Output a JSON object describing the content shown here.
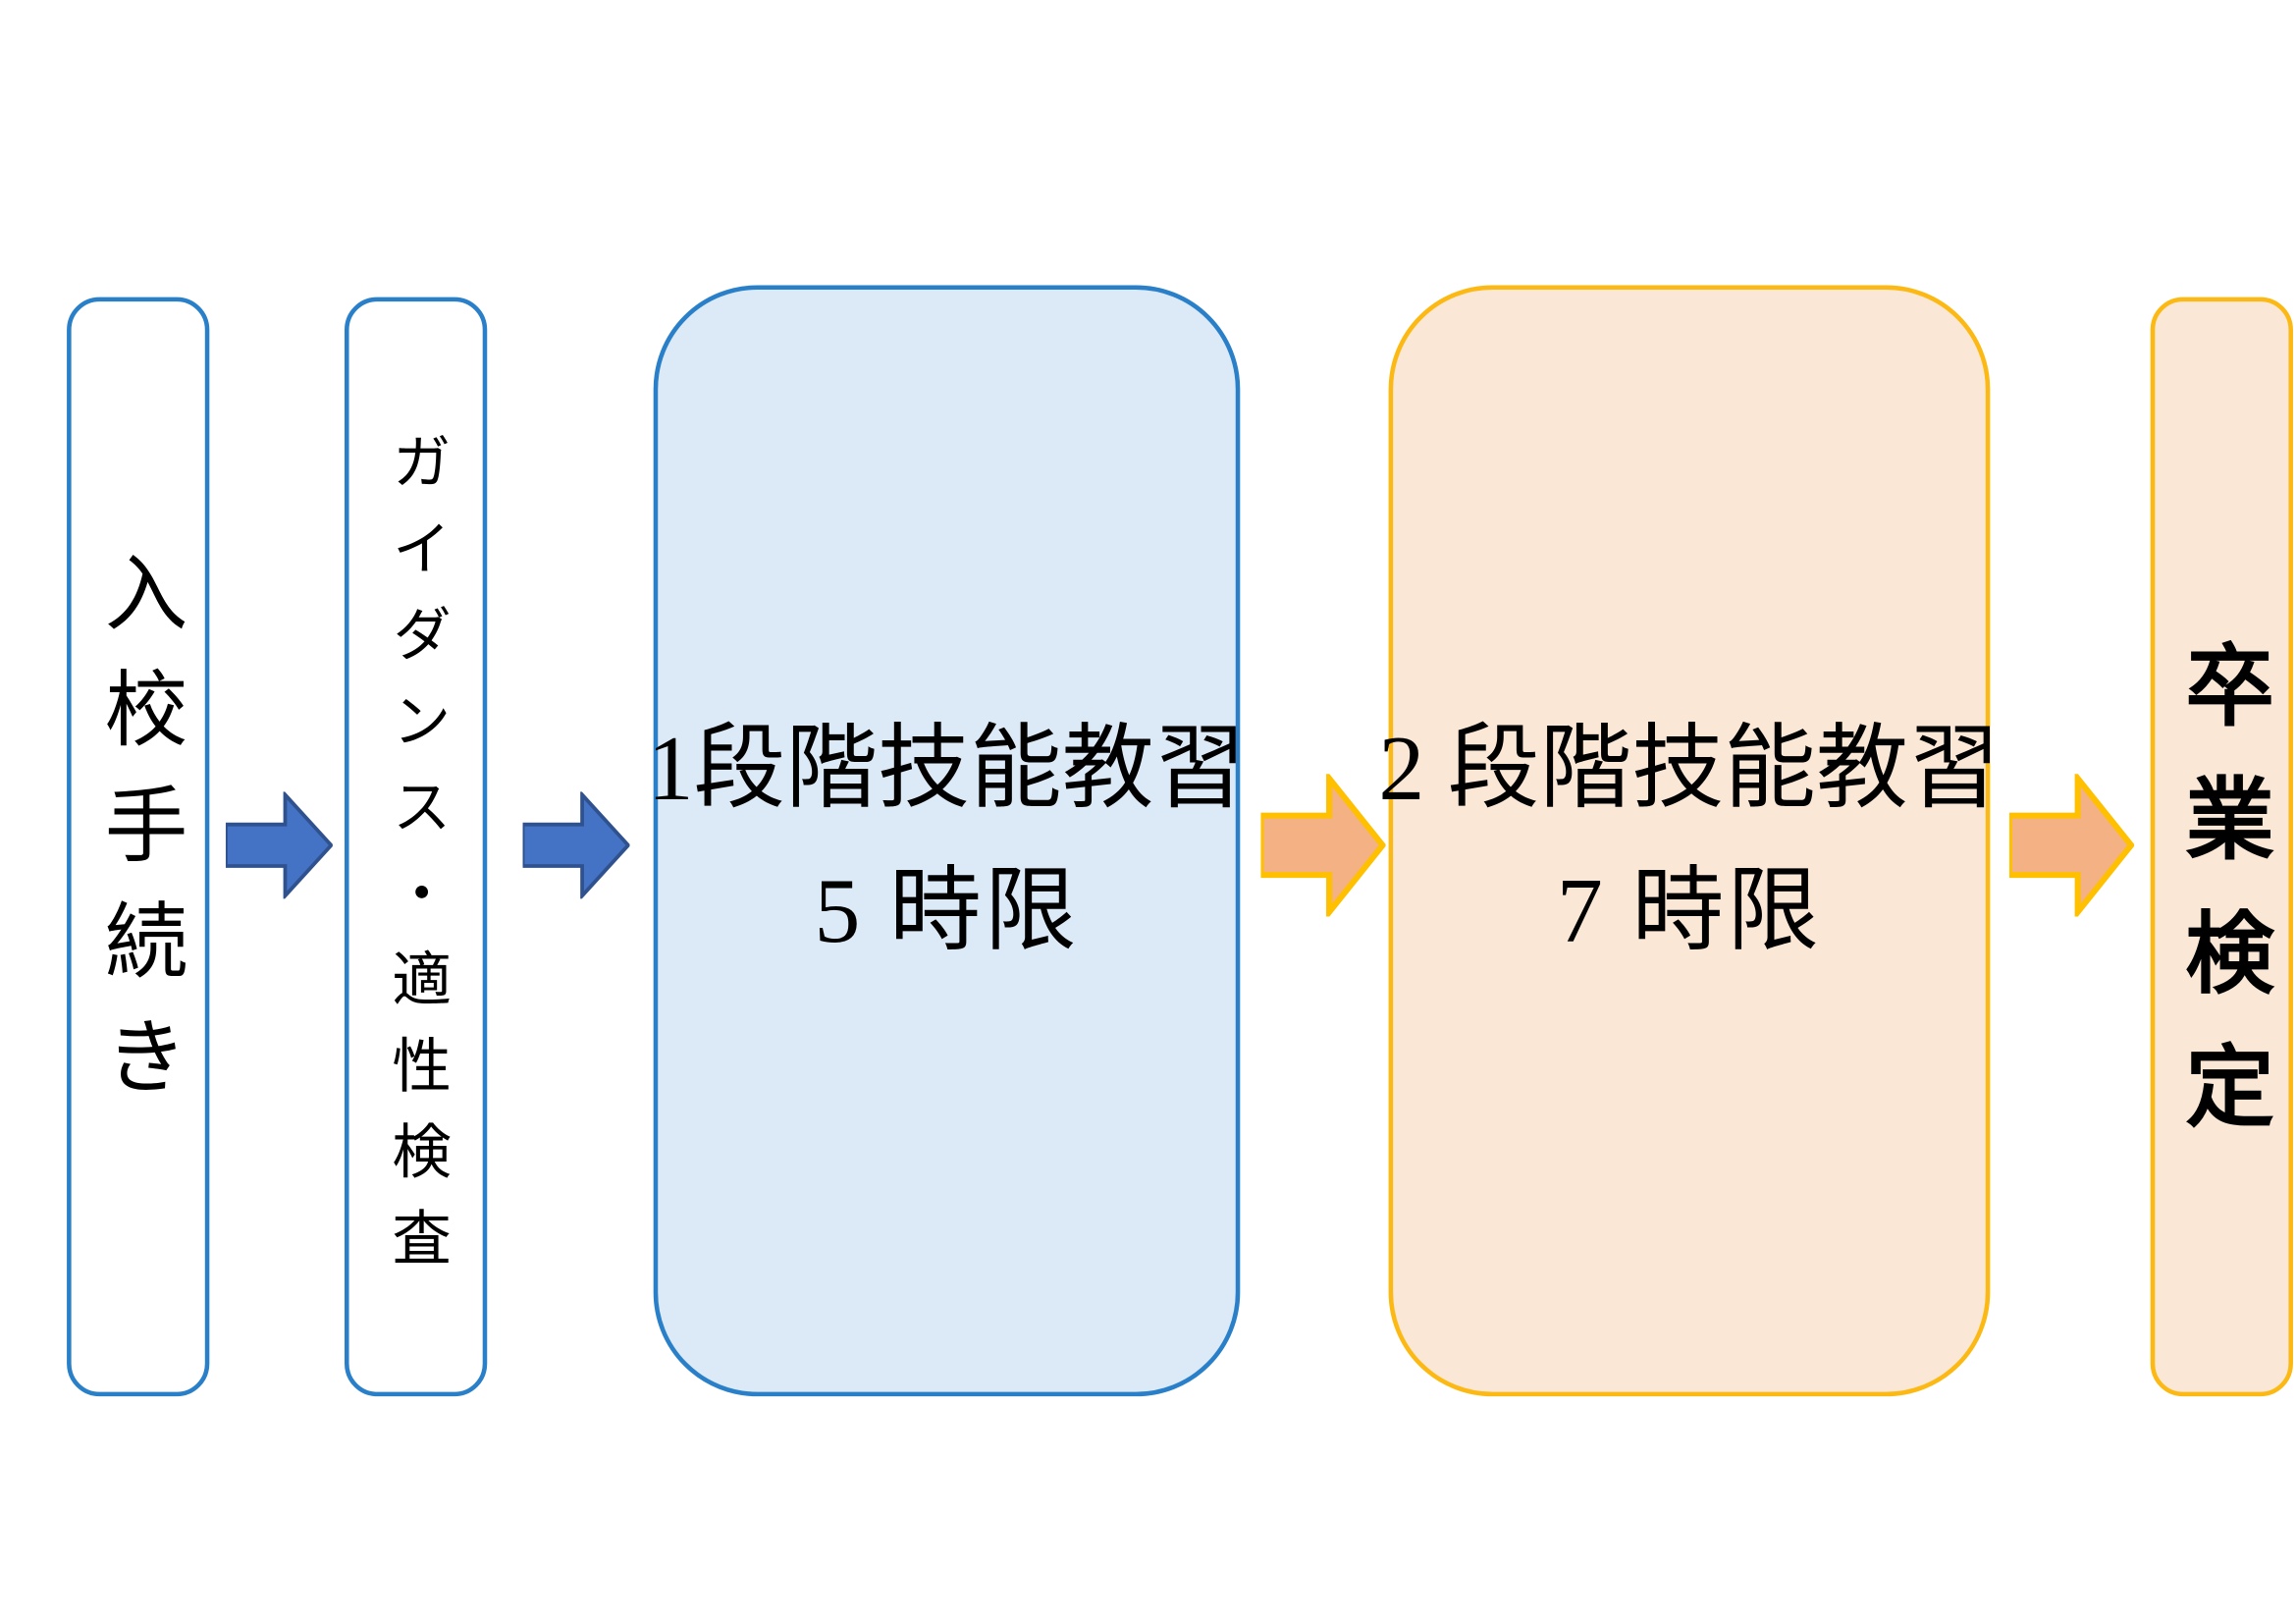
{
  "diagram": {
    "title_text": "",
    "type": "flowchart",
    "direction": "left-to-right",
    "colors": {
      "blue_border": "#2a7fc9",
      "blue_fill": "#dce9f6",
      "orange_border": "#fcb913",
      "orange_fill": "#fae7d6",
      "blue_arrow_fill": "#4472c4",
      "blue_arrow_stroke": "#2f528f",
      "orange_arrow_fill": "#f4b183",
      "orange_arrow_stroke": "#ffc000",
      "text": "#000000",
      "background": "#ffffff"
    },
    "steps": [
      {
        "id": "step-1",
        "name": "nyukou-tetsuzuki",
        "label": "入校手続き",
        "orientation": "vertical",
        "style": "thin-blue",
        "bold": false
      },
      {
        "id": "step-2",
        "name": "guidance-tekisei-kensa",
        "label": "ガイダンス・適性検査",
        "orientation": "vertical",
        "style": "thin-blue",
        "bold": false
      },
      {
        "id": "step-3",
        "name": "stage-1-driving-lessons",
        "line1": "1段階技能教習",
        "line2": "5 時限",
        "orientation": "horizontal",
        "style": "big-blue",
        "bold": false
      },
      {
        "id": "step-4",
        "name": "stage-2-driving-lessons",
        "line1": "2 段階技能教習",
        "line2": "7 時限",
        "orientation": "horizontal",
        "style": "big-orange",
        "bold": false
      },
      {
        "id": "step-5",
        "name": "sotsugyou-kentei",
        "label": "卒業検定",
        "orientation": "vertical",
        "style": "thin-orange",
        "bold": true
      }
    ],
    "connectors": [
      {
        "id": "arrow-1",
        "from": "step-1",
        "to": "step-2",
        "color": "blue"
      },
      {
        "id": "arrow-2",
        "from": "step-2",
        "to": "step-3",
        "color": "blue"
      },
      {
        "id": "arrow-3",
        "from": "step-3",
        "to": "step-4",
        "color": "orange"
      },
      {
        "id": "arrow-4",
        "from": "step-4",
        "to": "step-5",
        "color": "orange"
      }
    ]
  }
}
